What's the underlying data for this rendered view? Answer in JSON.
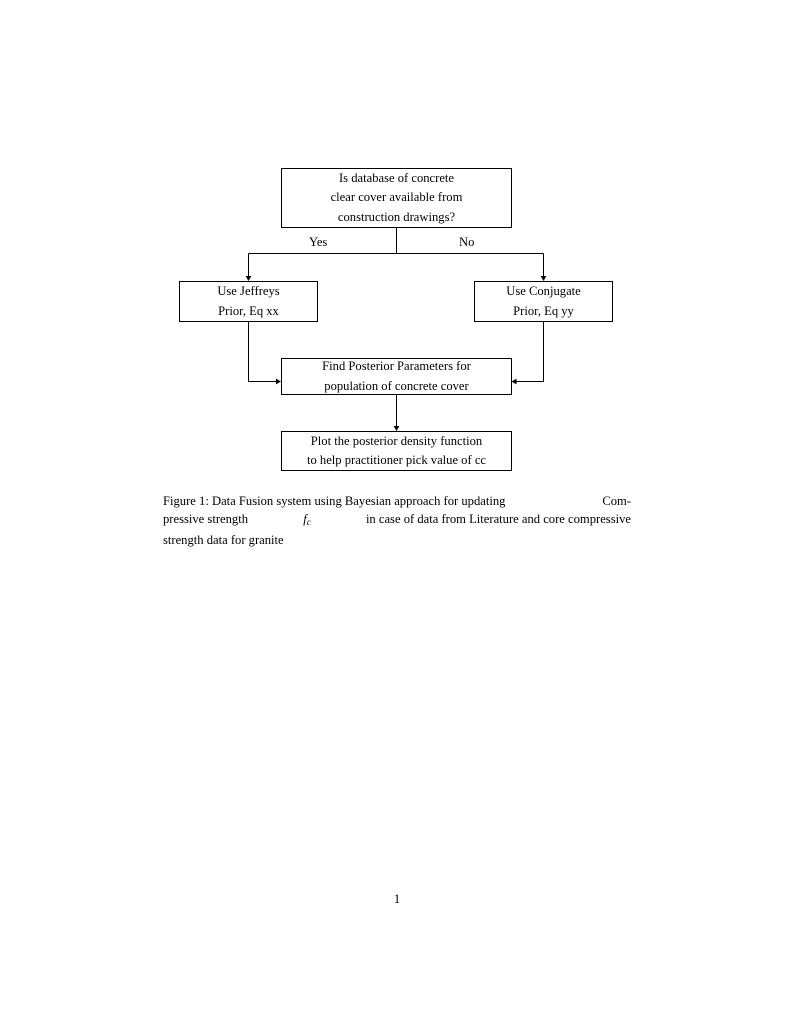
{
  "document": {
    "page_number": "1",
    "background_color": "#ffffff",
    "ink_color": "#000000"
  },
  "figure": {
    "nodes": [
      {
        "id": "question",
        "name": "decision-node-database-available",
        "lines": [
          "Is database of concrete",
          "clear cover available from",
          "construction drawings?"
        ]
      },
      {
        "id": "jeffreys",
        "name": "process-node-jeffreys-prior",
        "lines": [
          "Use Jeffreys",
          "Prior, Eq xx"
        ]
      },
      {
        "id": "conjugate",
        "name": "process-node-conjugate-prior",
        "lines": [
          "Use Conjugate",
          "Prior, Eq yy"
        ]
      },
      {
        "id": "posterior",
        "name": "process-node-find-posterior-parameters",
        "lines": [
          "Find Posterior Parameters for",
          "population of concrete cover"
        ]
      },
      {
        "id": "plot",
        "name": "process-node-plot-posterior-density",
        "lines": [
          "Plot the posterior density function",
          "to help practitioner pick value of cc"
        ]
      }
    ],
    "edge_labels": {
      "yes": "Yes",
      "no": "No"
    }
  },
  "caption": {
    "label": "Figure 1:",
    "line1_start": "Figure 1:  Data Fusion system using Bayesian approach for updating",
    "line1_end": "Com-",
    "line2_a": "pressive strength",
    "line2_symbol": "f",
    "line2_subscript": "c",
    "line2_b": "in case of data from Literature and core compressive",
    "line3": "strength data for granite",
    "full_text": "Figure 1: Data Fusion system using Bayesian approach for updating Compressive strength fc in case of data from Literature and core compressive strength data for granite"
  }
}
